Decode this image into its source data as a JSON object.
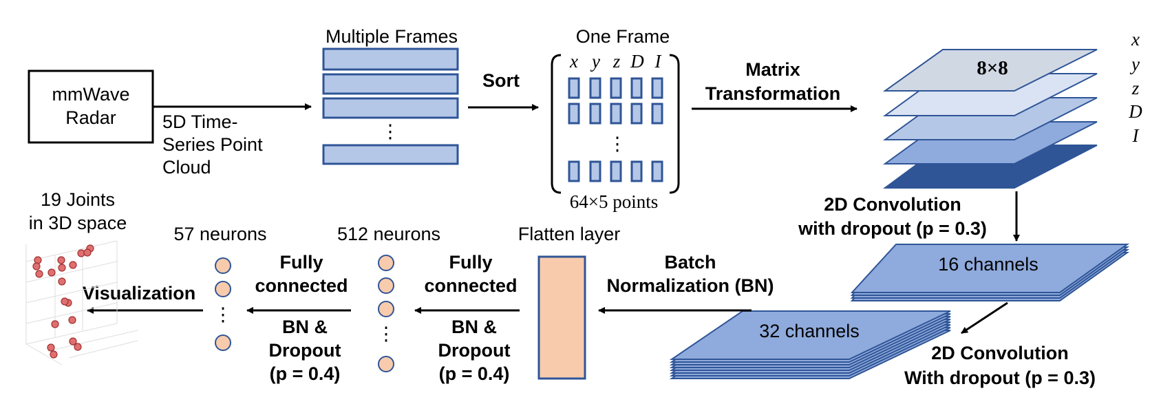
{
  "radar": {
    "line1": "mmWave",
    "line2": "Radar"
  },
  "point_cloud": {
    "line1": "5D Time-",
    "line2": "Series Point",
    "line3": "Cloud"
  },
  "multiple_frames": {
    "title": "Multiple Frames",
    "ellipsis": "⋮"
  },
  "sort_label": "Sort",
  "one_frame": {
    "title": "One Frame",
    "columns": [
      "x",
      "y",
      "z",
      "D",
      "I"
    ],
    "ellipsis": "⋮",
    "caption": "64×5 points"
  },
  "matrix_transformation": {
    "line1": "Matrix",
    "line2": "Transformation"
  },
  "stack_8x8": {
    "label": "8×8",
    "layer_labels": [
      "x",
      "y",
      "z",
      "D",
      "I"
    ]
  },
  "conv1": {
    "line1": "2D Convolution",
    "line2": "with dropout (p = 0.3)"
  },
  "channels16": "16 channels",
  "channels32": "32 channels",
  "conv2": {
    "line1": "2D Convolution",
    "line2": "With dropout (p = 0.3)"
  },
  "batch_norm": {
    "line1": "Batch",
    "line2": "Normalization (BN)"
  },
  "flatten_title": "Flatten layer",
  "fc_512": {
    "title": "512 neurons",
    "line1": "Fully",
    "line2": "connected",
    "bn1": "BN &",
    "bn2": "Dropout",
    "bn3": "(p = 0.4)",
    "ellipsis": "⋮"
  },
  "fc_57": {
    "title": "57 neurons",
    "line1": "Fully",
    "line2": "connected",
    "bn1": "BN &",
    "bn2": "Dropout",
    "bn3": "(p = 0.4)",
    "ellipsis": "⋮"
  },
  "visualization_label": "Visualization",
  "joints": {
    "line1": "19 Joints",
    "line2": "in 3D space"
  },
  "colors": {
    "frame_fill": "#b4c7e7",
    "frame_stroke": "#2f5597",
    "layer_x": "#d0d8e4",
    "layer_y": "#dae3f3",
    "layer_z": "#b4c7e7",
    "layer_D": "#8faadc",
    "layer_I": "#2f5597",
    "channel_fill": "#8faadc",
    "neuron_fill": "#f8cbad",
    "joint_fill": "#e07070"
  }
}
